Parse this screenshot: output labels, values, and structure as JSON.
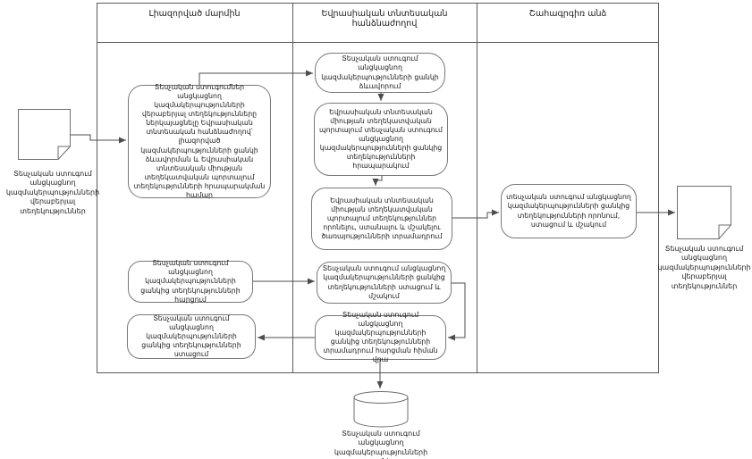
{
  "diagram": {
    "title_semantic": "Flowchart of forming and using the list of organizations conducting inspection",
    "colors": {
      "background": "#ffffff",
      "node_border": "#787878",
      "lane_border": "#5a5a5a",
      "connector": "#4d4d4d",
      "text": "#1a1a1a"
    },
    "lanes": [
      {
        "label": "Լիազորված մարմին"
      },
      {
        "label": "Եվրասիական տնտեսական հանձնաժողով"
      },
      {
        "label": "Շահագրգիռ անձ"
      }
    ],
    "nodes": {
      "input_document_label": "Տեսչական ստուգում անցկացնող կազմակերպությունների վերաբերյալ տեղեկություններ",
      "auth_submit_info": "Տեսչական ստուգումներ անցկացնող կազմակերպությունների վերաբերյալ տեղեկությունները ներկայացնելը Եվրասիական տնտեսական հանձնաժողով՝ լիազորված կազմակերպությունների ցանկի ձևավորման և Եվրասիական տնտեսական միության տեղեկատվական պորտալում տեղեկությունների հրապարակման համար",
      "eec_form_list": "Տեսչական ստուգում անցկացնող կազմակերպությունների ցանկի ձևավորում",
      "eec_publish_info": "Եվրասիական տնտեսական միության տեղեկատվական պորտալում տեսչական ստուգում անցկացնող կազմակերպությունների ցանկից տեղեկությունների հրապարակում",
      "eec_provide_services": "Եվրասիական տնտեսական միության տեղեկատվական պորտալում տեղեկություններ որոնելու, ստանալու և մշակելու ծառայությունների տրամադրում",
      "interested_search_receive_process": "տեսչական ստուգում անցկացնող կազմակերպությունների ցանկից տեղեկությունների որոնում, ստացում և մշակում",
      "output_document_label": "Տեսչական ստուգում անցկացնող կազմակերպությունների վերաբերյալ տեղեկություններ",
      "auth_request_info": "Տեսչական ստուգում անցկացնող կազմակերպությունների ցանկից տեղեկությունների հարցում",
      "eec_receive_process": "Տեսչական ստուգում անցկացնող կազմակերպությունների ցանկից տեղեկությունների ստացում և մշակում",
      "eec_provide_on_request": "Տեսչական ստուգում անցկացնող կազմակերպությունների ցանկից տեղեկությունների տրամադրում հարցման հիման վրա",
      "auth_receive_info": "Տեսչական ստուգում անցկացնող կազմակերպությունների ցանկից տեղեկությունների ստացում",
      "database_label": "Տեսչական ստուգում անցկացնող կազմակերպությունների ցանկ"
    }
  }
}
